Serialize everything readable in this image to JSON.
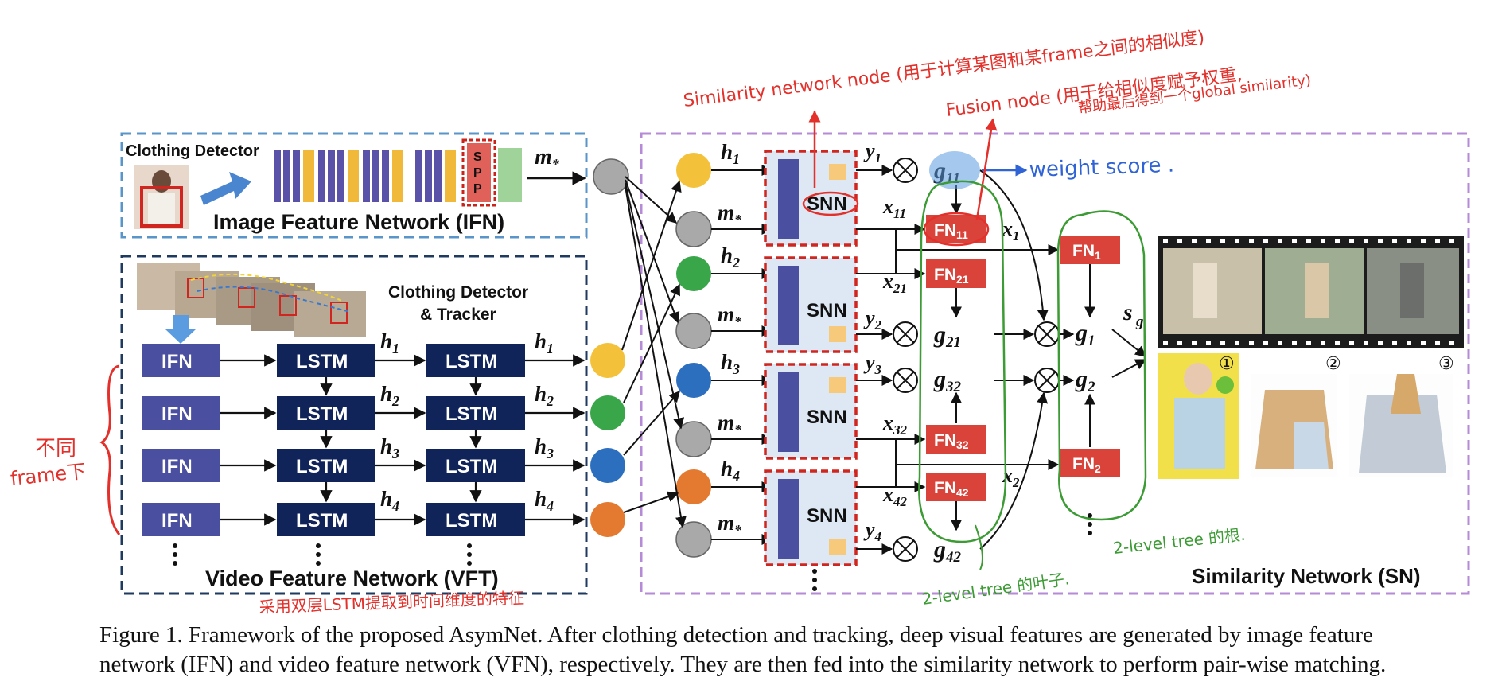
{
  "ifn": {
    "title": "Image Feature Network (IFN)",
    "detector": "Clothing Detector",
    "spp": "SPP",
    "output": "m"
  },
  "vft": {
    "title": "Video Feature Network (VFT)",
    "tracker_line1": "Clothing Detector",
    "tracker_line2": "& Tracker",
    "ifn_label": "IFN",
    "lstm_label": "LSTM",
    "h_labels": [
      "h",
      "h",
      "h",
      "h"
    ],
    "h_subs": [
      "1",
      "2",
      "3",
      "4"
    ]
  },
  "sn": {
    "title": "Similarity Network (SN)",
    "snn_label": "SNN",
    "inputs": [
      {
        "h": "h",
        "sub": "1",
        "color": "#f4c23a"
      },
      {
        "h": "h",
        "sub": "2",
        "color": "#3aa64a"
      },
      {
        "h": "h",
        "sub": "3",
        "color": "#2d6fbf"
      },
      {
        "h": "h",
        "sub": "4",
        "color": "#e47a30"
      }
    ],
    "m_label": "m",
    "y_labels": [
      "1",
      "2",
      "3",
      "4"
    ],
    "x_labels": [
      "11",
      "21",
      "32",
      "42"
    ],
    "g_labels": [
      "11",
      "21",
      "32",
      "42"
    ],
    "fn_labels": [
      "11",
      "21",
      "32",
      "42"
    ],
    "fn_top": [
      "1",
      "2"
    ],
    "x_top": [
      "1",
      "2"
    ],
    "g_top": [
      "1",
      "2"
    ],
    "sg": "s",
    "sg_sub": "g",
    "product_badges": [
      "①",
      "②",
      "③"
    ]
  },
  "annotations": {
    "similarity_node": "Similarity network node (用于计算某图和某frame之间的相似度)",
    "fusion_node_1": "Fusion node (用于给相似度赋予权重,",
    "fusion_node_2": "帮助最后得到一个global similarity)",
    "weight_score": "weight score .",
    "frames": "不同\nframe下",
    "lstm_note": "采用双层LSTM提取到时间维度的特征",
    "tree_leaf": "2-level tree 的叶子.",
    "tree_root": "2-level tree 的根."
  },
  "caption": {
    "line1": "Figure 1. Framework of the proposed AsymNet. After clothing detection and tracking, deep visual features are generated by image feature",
    "line2": "network (IFN) and video feature network (VFN), respectively. They are then fed into the similarity network to perform pair-wise matching."
  },
  "colors": {
    "ifn_border": "#5a95c9",
    "vft_border": "#1f3a5f",
    "sn_border": "#b58ad6",
    "lstm_fill": "#10245a",
    "ifn_fill": "#4a4fa0",
    "fn_fill": "#d9433a",
    "snn_fill": "#dde8f4",
    "annotation_red": "#e3302a",
    "annotation_blue": "#2f63d6",
    "annotation_green": "#3c9b34"
  }
}
